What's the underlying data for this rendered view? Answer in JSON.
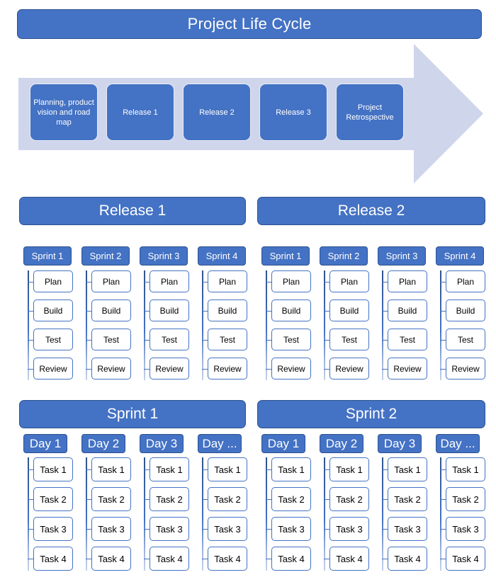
{
  "title": "Project Life Cycle",
  "lifecycle": {
    "phases": [
      "Planning, product vision and road map",
      "Release 1",
      "Release 2",
      "Release 3",
      "Project Retrospective"
    ],
    "arrow_direction": "right",
    "arrow_fill": "#CFD5EA",
    "arrow_stroke": "#CFD5EA"
  },
  "colors": {
    "brand_blue": "#4472C4",
    "brand_blue_dark": "#2F528F",
    "arrow_lavender": "#CFD5EA",
    "node_fill": "#FFFFFF",
    "node_text": "#000000",
    "header_text": "#FFFFFF"
  },
  "releases": [
    {
      "header": "Release 1",
      "columns": [
        {
          "head": "Sprint 1",
          "items": [
            "Plan",
            "Build",
            "Test",
            "Review"
          ]
        },
        {
          "head": "Sprint 2",
          "items": [
            "Plan",
            "Build",
            "Test",
            "Review"
          ]
        },
        {
          "head": "Sprint 3",
          "items": [
            "Plan",
            "Build",
            "Test",
            "Review"
          ]
        },
        {
          "head": "Sprint 4",
          "items": [
            "Plan",
            "Build",
            "Test",
            "Review"
          ]
        }
      ]
    },
    {
      "header": "Release 2",
      "columns": [
        {
          "head": "Sprint 1",
          "items": [
            "Plan",
            "Build",
            "Test",
            "Review"
          ]
        },
        {
          "head": "Sprint 2",
          "items": [
            "Plan",
            "Build",
            "Test",
            "Review"
          ]
        },
        {
          "head": "Sprint 3",
          "items": [
            "Plan",
            "Build",
            "Test",
            "Review"
          ]
        },
        {
          "head": "Sprint 4",
          "items": [
            "Plan",
            "Build",
            "Test",
            "Review"
          ]
        }
      ]
    }
  ],
  "sprints": [
    {
      "header": "Sprint 1",
      "columns": [
        {
          "head": "Day 1",
          "items": [
            "Task 1",
            "Task 2",
            "Task 3",
            "Task 4"
          ]
        },
        {
          "head": "Day 2",
          "items": [
            "Task 1",
            "Task 2",
            "Task 3",
            "Task 4"
          ]
        },
        {
          "head": "Day 3",
          "items": [
            "Task 1",
            "Task 2",
            "Task 3",
            "Task 4"
          ]
        },
        {
          "head": "Day ...",
          "items": [
            "Task 1",
            "Task 2",
            "Task 3",
            "Task 4"
          ]
        }
      ]
    },
    {
      "header": "Sprint 2",
      "columns": [
        {
          "head": "Day 1",
          "items": [
            "Task 1",
            "Task 2",
            "Task 3",
            "Task 4"
          ]
        },
        {
          "head": "Day 2",
          "items": [
            "Task 1",
            "Task 2",
            "Task 3",
            "Task 4"
          ]
        },
        {
          "head": "Day 3",
          "items": [
            "Task 1",
            "Task 2",
            "Task 3",
            "Task 4"
          ]
        },
        {
          "head": "Day ...",
          "items": [
            "Task 1",
            "Task 2",
            "Task 3",
            "Task 4"
          ]
        }
      ]
    }
  ]
}
